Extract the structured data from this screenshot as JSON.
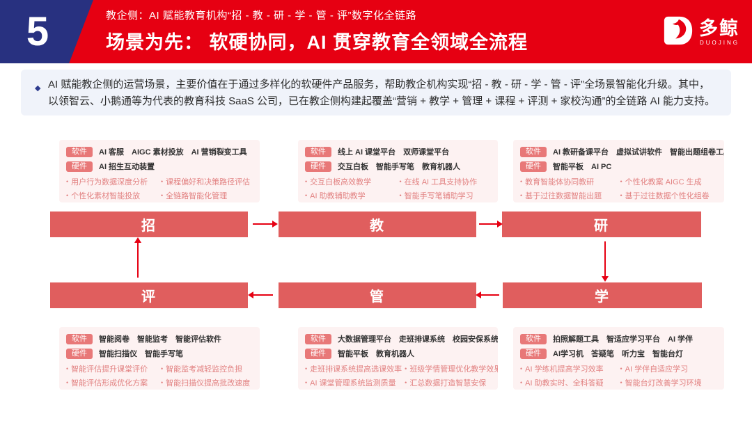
{
  "header": {
    "number": "5",
    "kicker": "教企侧：AI 赋能教育机构“招 - 教 - 研 - 学 - 管 - 评”数字化全链路",
    "title": "场景为先： 软硬协同，AI 贯穿教育全领域全流程",
    "logo": {
      "name": "多鲸",
      "sub": "DUOJING"
    }
  },
  "summary": {
    "marker": "◆",
    "text": "AI 赋能教企侧的运营场景，主要价值在于通过多样化的软硬件产品服务，帮助教企机构实现“招 - 教 - 研 - 学 - 管 - 评”全场景智能化升级。其中，以领智云、小鹅通等为代表的教育科技 SaaS 公司，已在教企侧构建起覆盖“营销 + 教学 + 管理 + 课程 + 评测 + 家校沟通”的全链路 AI 能力支持。"
  },
  "labels": {
    "software_tag": "软件",
    "hardware_tag": "硬件"
  },
  "stages": [
    "招",
    "教",
    "研",
    "评",
    "管",
    "学"
  ],
  "flow": [
    {
      "from": "招",
      "to": "教",
      "direction": "right"
    },
    {
      "from": "教",
      "to": "研",
      "direction": "right"
    },
    {
      "from": "研",
      "to": "学",
      "direction": "down"
    },
    {
      "from": "学",
      "to": "管",
      "direction": "left"
    },
    {
      "from": "管",
      "to": "评",
      "direction": "left"
    },
    {
      "from": "评",
      "to": "招",
      "direction": "up"
    }
  ],
  "cards": [
    {
      "stage": "招",
      "software": [
        "AI 客服",
        "AIGC 素材投放",
        "AI 营销裂变工具"
      ],
      "hardware": [
        "AI 招生互动装置"
      ],
      "bullets": [
        "用户行为数据深度分析",
        "课程偏好和决策路径评估",
        "个性化素材智能投放",
        "全链路智能化管理"
      ]
    },
    {
      "stage": "教",
      "software": [
        "线上 AI 课堂平台",
        "双师课堂平台"
      ],
      "hardware": [
        "交互白板",
        "智能手写笔",
        "教育机器人"
      ],
      "bullets": [
        "交互白板高效教学",
        "在线 AI 工具支持协作",
        "AI 助教辅助教学",
        "智能手写笔辅助学习"
      ]
    },
    {
      "stage": "研",
      "software": [
        "AI 教研备课平台",
        "虚拟试讲软件",
        "智能出题组卷工具"
      ],
      "hardware": [
        "智能平板",
        "AI PC"
      ],
      "bullets": [
        "教育智能体协同教研",
        "个性化教案 AIGC 生成",
        "基于过往数据智能出题",
        "基于过往数据个性化组卷"
      ]
    },
    {
      "stage": "评",
      "software": [
        "智能阅卷",
        "智能监考",
        "智能评估软件"
      ],
      "hardware": [
        "智能扫描仪",
        "智能手写笔"
      ],
      "bullets": [
        "智能评估提升课堂评价",
        "智能监考减轻监控负担",
        "智能评估形成优化方案",
        "智能扫描仪提高批改速度"
      ]
    },
    {
      "stage": "管",
      "software": [
        "大数据管理平台",
        "走班排课系统",
        "校园安保系统"
      ],
      "hardware": [
        "智能平板",
        "教育机器人"
      ],
      "bullets": [
        "走班排课系统提高选课效率",
        "班级学情管理优化教学效果",
        "AI 课堂管理系统监测质量",
        "汇总数据打造智慧安保"
      ]
    },
    {
      "stage": "学",
      "software": [
        "拍照解题工具",
        "智适应学习平台",
        "AI 学伴"
      ],
      "hardware": [
        "AI学习机",
        "答疑笔",
        "听力宝",
        "智能台灯"
      ],
      "bullets": [
        "AI 学练机提高学习效率",
        "AI 学伴自适应学习",
        "AI 助教实时、全科答疑",
        "智能台灯改善学习环境"
      ]
    }
  ],
  "colors": {
    "header_red": "#e60012",
    "badge_navy": "#283180",
    "stage_bar_red": "#e05e5e",
    "tag_red": "#e87878",
    "card_bg_pink": "#fdf2f2",
    "bullet_text": "#e28282",
    "summary_bg": "#f0f3fa",
    "arrow_red": "#e60012"
  }
}
